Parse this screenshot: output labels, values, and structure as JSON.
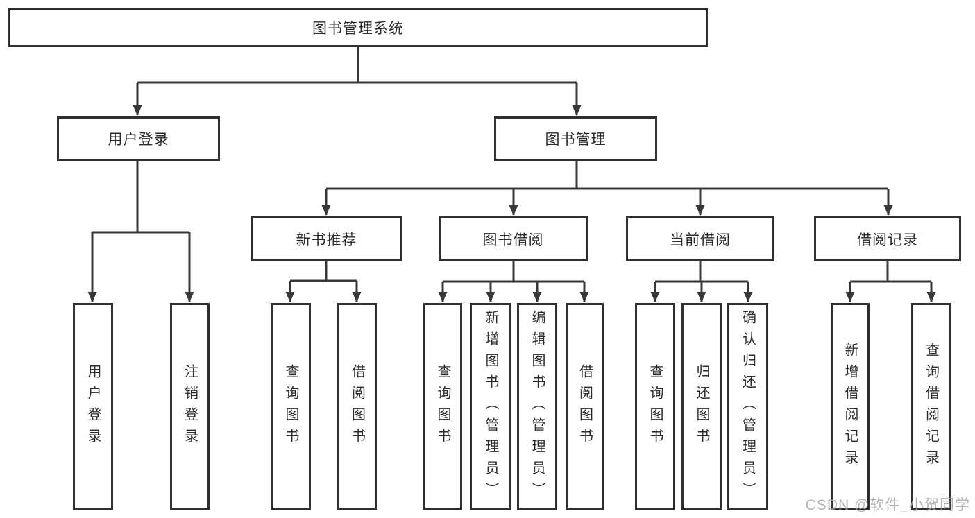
{
  "tree": {
    "root": {
      "label": "图书管理系统"
    },
    "children": [
      {
        "label": "用户登录",
        "children": [
          {
            "label": "用户登录"
          },
          {
            "label": "注销登录"
          }
        ]
      },
      {
        "label": "图书管理",
        "children": [
          {
            "label": "新书推荐",
            "children": [
              {
                "label": "查询图书"
              },
              {
                "label": "借阅图书"
              }
            ]
          },
          {
            "label": "图书借阅",
            "children": [
              {
                "label": "查询图书"
              },
              {
                "label": "新增图书（管理员）"
              },
              {
                "label": "编辑图书（管理员）"
              },
              {
                "label": "借阅图书"
              }
            ]
          },
          {
            "label": "当前借阅",
            "children": [
              {
                "label": "查询图书"
              },
              {
                "label": "归还图书"
              },
              {
                "label": "确认归还（管理员）"
              }
            ]
          },
          {
            "label": "借阅记录",
            "children": [
              {
                "label": "新增借阅记录"
              },
              {
                "label": "查询借阅记录"
              }
            ]
          }
        ]
      }
    ]
  },
  "watermark": {
    "text": "CSDN @软件_小贺同学"
  },
  "colors": {
    "line": "#373737",
    "box_border": "#2f2f2f",
    "text": "#2b2b2b",
    "background": "#ffffff",
    "watermark": "#a6a6a6"
  }
}
